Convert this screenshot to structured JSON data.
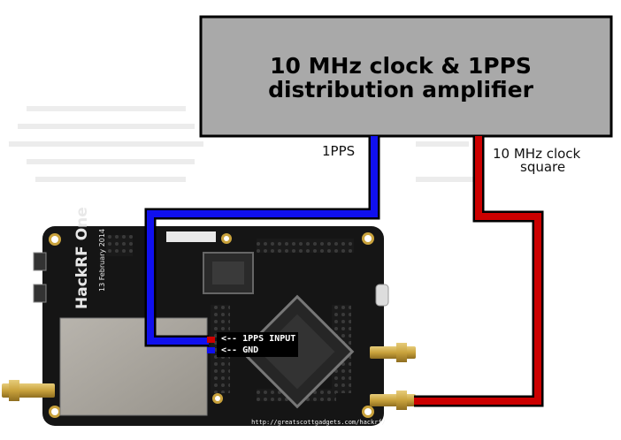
{
  "amplifier": {
    "line1": "10 MHz clock & 1PPS",
    "line2": "distribution amplifier"
  },
  "labels": {
    "pps": "1PPS",
    "clock_line1": "10 MHz clock",
    "clock_line2": "square",
    "pps_input": "<-- 1PPS INPUT",
    "gnd": "<-- GND"
  },
  "board": {
    "name": "HackRF One",
    "date": "13 February 2014",
    "url": "http://greatscottgadgets.com/hackrf/"
  },
  "colors": {
    "pps_cable": "#1010ee",
    "clock_cable": "#cc0000",
    "amplifier_fill": "#a9a9a9",
    "board": "#151515"
  }
}
